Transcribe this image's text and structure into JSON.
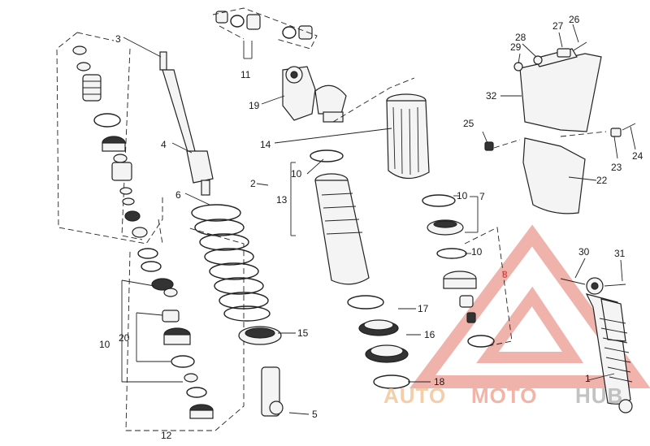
{
  "labels": {
    "l1": "1",
    "l2": "2",
    "l3": "3",
    "l4": "4",
    "l5": "5",
    "l6": "6",
    "l7": "7",
    "l8": "8",
    "l10a": "10",
    "l10b": "10",
    "l10c": "10",
    "l10d": "10",
    "l11": "11",
    "l12": "12",
    "l13": "13",
    "l14": "14",
    "l15": "15",
    "l16": "16",
    "l17": "17",
    "l18": "18",
    "l19": "19",
    "l20": "20",
    "l22": "22",
    "l23": "23",
    "l24": "24",
    "l25": "25",
    "l26": "26",
    "l27": "27",
    "l28": "28",
    "l29": "29",
    "l30": "30",
    "l31": "31",
    "l32": "32"
  },
  "watermark": {
    "part1": "AUTO",
    "part2": "MOTO",
    "part3": "HUB",
    "color_primary": "#f0a898",
    "color_secondary": "#f2c69a",
    "color_tertiary": "#b8b8b8"
  }
}
